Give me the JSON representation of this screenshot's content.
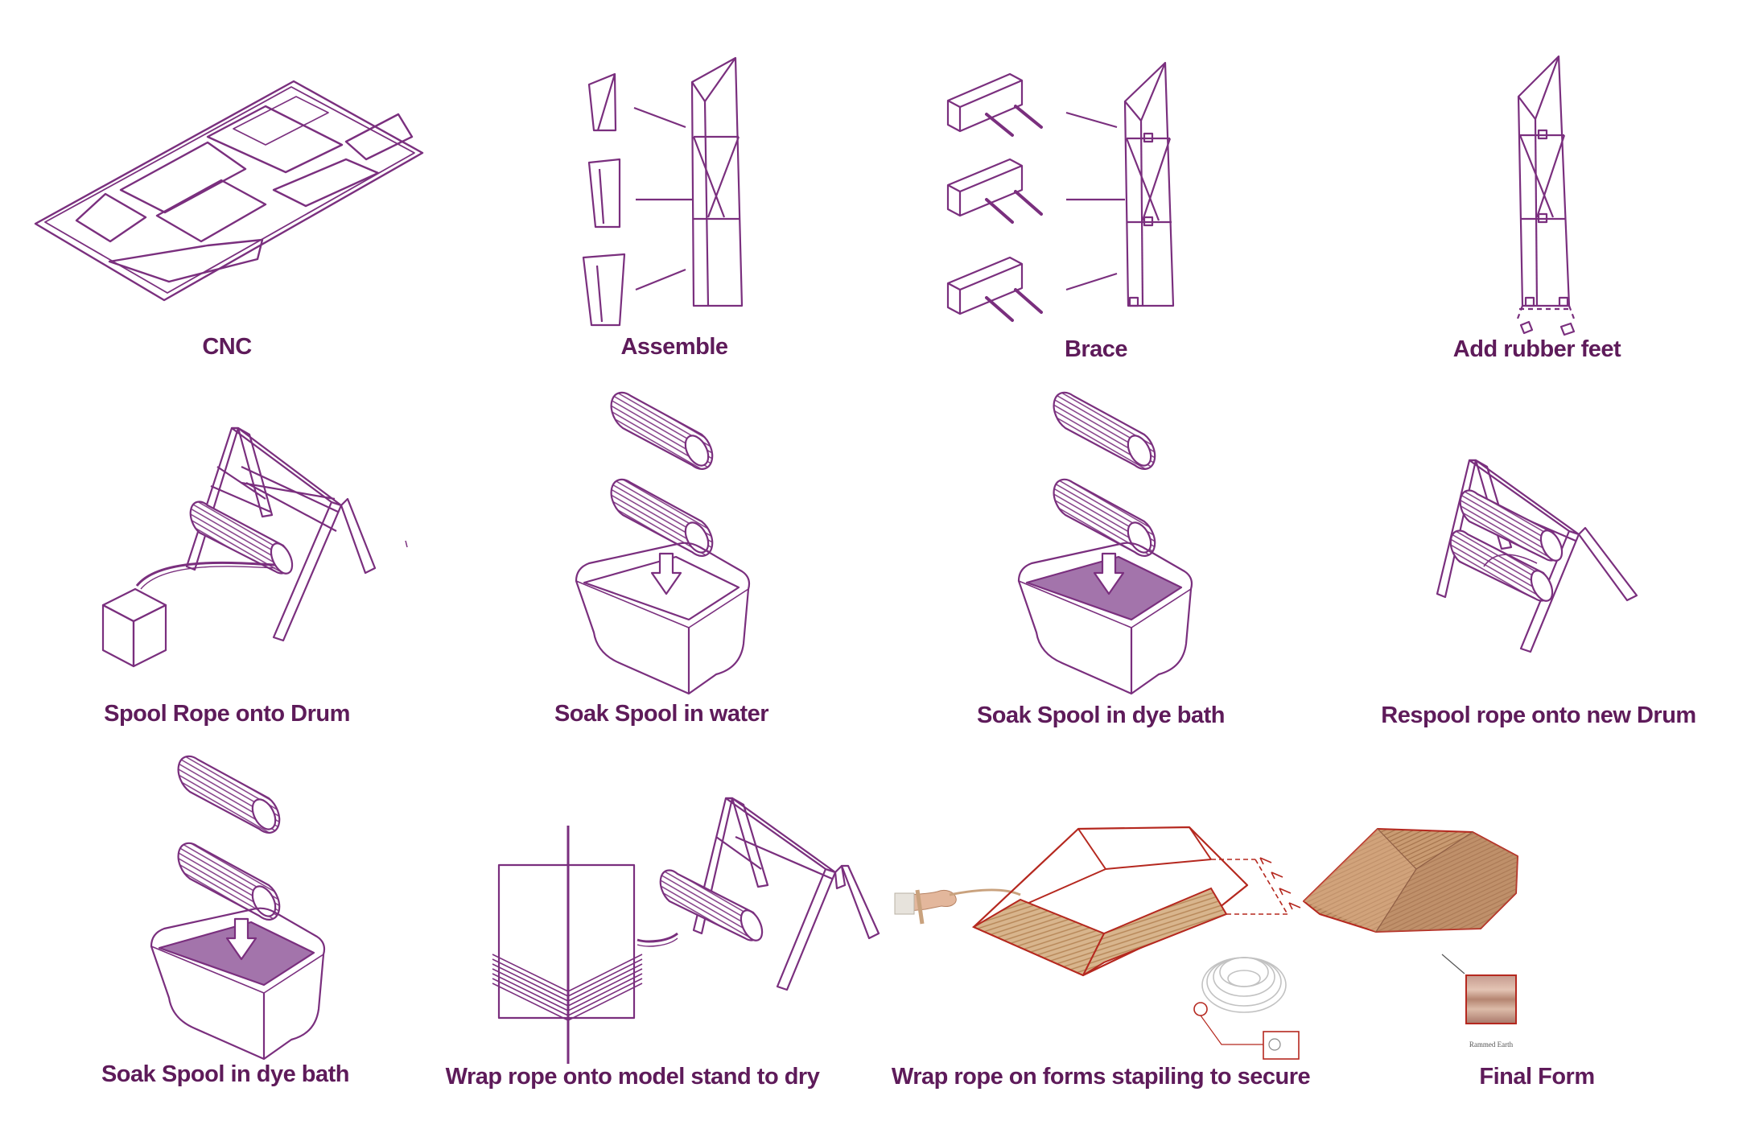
{
  "palette": {
    "line": "#7a2f7e",
    "caption": "#5e1b5a",
    "dye": "#a374ab",
    "form_edge": "#b5281f",
    "rope": "#c9a27e"
  },
  "steps": [
    {
      "label": "CNC"
    },
    {
      "label": "Assemble"
    },
    {
      "label": "Brace"
    },
    {
      "label": "Add rubber feet"
    },
    {
      "label": "Spool Rope onto Drum"
    },
    {
      "label": "Soak Spool in water"
    },
    {
      "label": "Soak Spool in dye bath"
    },
    {
      "label": "Respool rope onto new Drum"
    },
    {
      "label": "Soak Spool in dye bath"
    },
    {
      "label": "Wrap rope onto model stand to dry"
    },
    {
      "label": "Wrap rope on forms stapiling to secure"
    },
    {
      "label": "Final Form"
    }
  ],
  "swatch_label": "Rammed Earth"
}
